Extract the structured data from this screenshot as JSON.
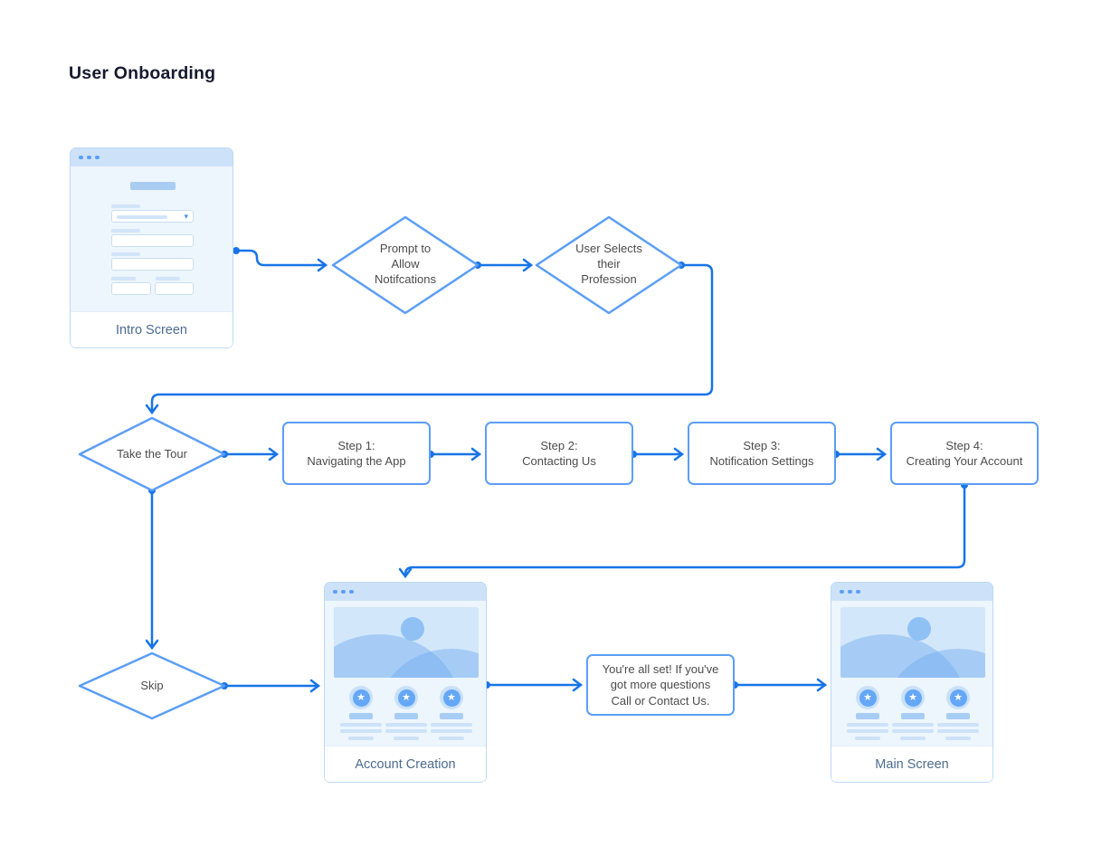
{
  "title": "User Onboarding",
  "nodes": {
    "decisions": [
      {
        "label": "Prompt to\nAllow\nNotifcations"
      },
      {
        "label": "User Selects\ntheir\nProfession"
      },
      {
        "label": "Take the Tour"
      },
      {
        "label": "Skip"
      }
    ],
    "steps": [
      {
        "label": "Step 1:\nNavigating the App"
      },
      {
        "label": "Step 2:\nContacting Us"
      },
      {
        "label": "Step 3:\nNotification Settings"
      },
      {
        "label": "Step 4:\nCreating Your Account"
      }
    ],
    "note": {
      "label": "You're all set! If you've\ngot more questions\nCall or Contact Us."
    },
    "screens": [
      {
        "label": "Intro Screen"
      },
      {
        "label": "Account Creation"
      },
      {
        "label": "Main Screen"
      }
    ]
  },
  "icons": {
    "star": "★",
    "dropdown_caret": "▾"
  },
  "colors": {
    "connector": "#1774e8",
    "shape_border": "#5b9ef6",
    "window_border": "#bdd9f5",
    "window_bar": "#cde2f8",
    "window_body": "#edf5fd",
    "block_fill": "#a9ccf3",
    "placeholder_fill": "#d2e4f8",
    "hero_bg": "#d3e7fa",
    "node_text": "#4c4c4c",
    "screen_label_text": "#4c6b8f",
    "title_text": "#161a2e"
  }
}
